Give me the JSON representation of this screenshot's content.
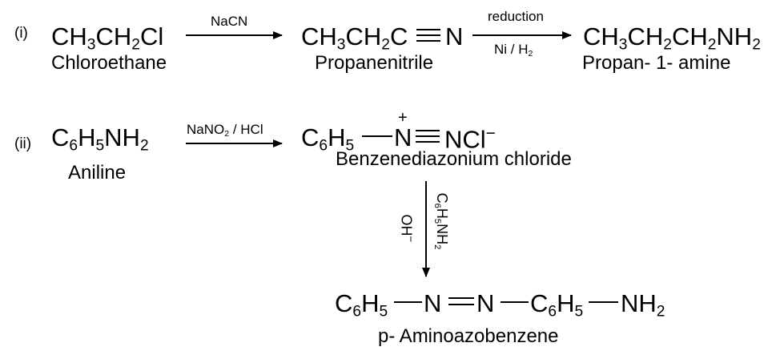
{
  "reaction_i": {
    "index": "(i)",
    "reactant": {
      "formula_parts": [
        "CH",
        "3",
        "CH",
        "2",
        "Cl"
      ],
      "name": "Chloroethane"
    },
    "arrow1": {
      "above": "NaCN"
    },
    "intermediate": {
      "formula_parts": [
        "CH",
        "3",
        "CH",
        "2",
        "C",
        "N"
      ],
      "name": "Propanenitrile"
    },
    "arrow2": {
      "above": "reduction",
      "below_parts": [
        "Ni / H",
        "2"
      ]
    },
    "product": {
      "formula_parts": [
        "CH",
        "3",
        "CH",
        "2",
        "CH",
        "2",
        "NH",
        "2"
      ],
      "name": "Propan- 1- amine"
    }
  },
  "reaction_ii": {
    "index": "(ii)",
    "reactant": {
      "formula_parts": [
        "C",
        "6",
        "H",
        "5",
        "NH",
        "2"
      ],
      "name": "Aniline"
    },
    "arrow1": {
      "above_parts": [
        "NaNO",
        "2",
        " / HCl"
      ]
    },
    "intermediate": {
      "formula_parts": [
        "C",
        "6",
        "H",
        "5",
        "N",
        "+",
        "NCl",
        "−"
      ],
      "name": "Benzenediazonium chloride"
    },
    "arrow_down": {
      "right_parts": [
        "C",
        "6",
        "H",
        "5",
        "NH",
        "2"
      ],
      "left_parts": [
        "OH",
        "−"
      ]
    },
    "product": {
      "formula_parts": [
        "C",
        "6",
        "H",
        "5",
        "N",
        "N",
        "C",
        "6",
        "H",
        "5",
        "NH",
        "2"
      ],
      "name": "p- Aminoazobenzene"
    }
  },
  "colors": {
    "ink": "#000000",
    "background": "#ffffff"
  }
}
